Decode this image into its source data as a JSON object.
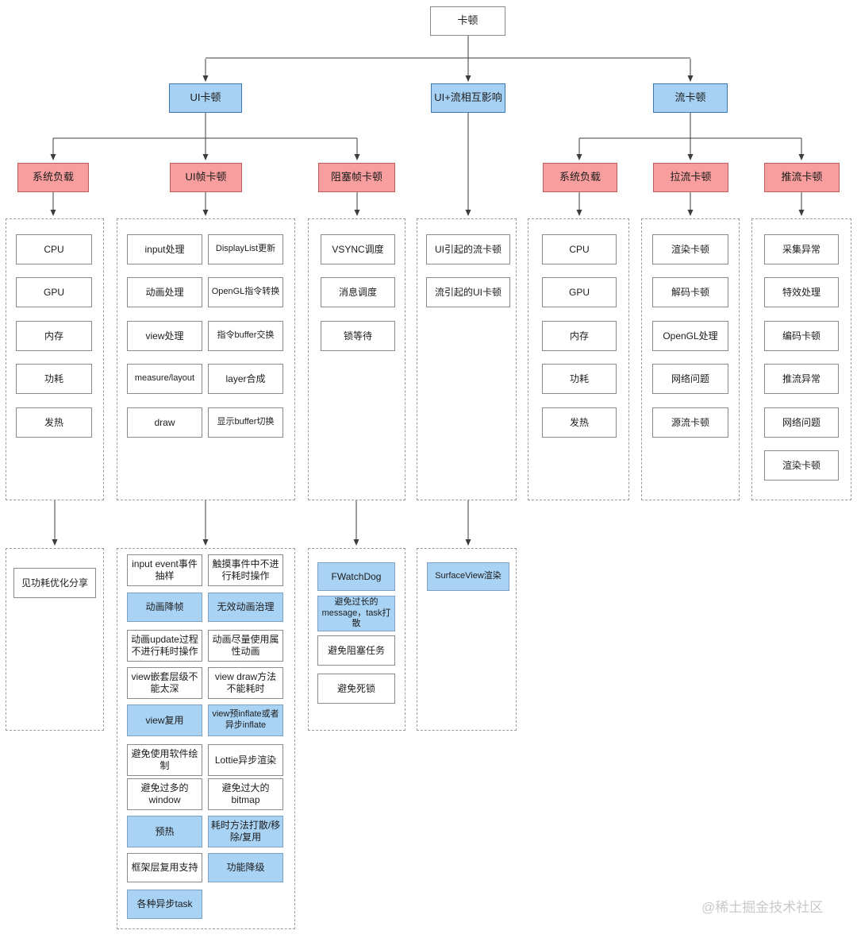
{
  "diagram": {
    "root": "卡顿",
    "l2": [
      "UI卡顿",
      "UI+流相互影响",
      "流卡顿"
    ],
    "l3": [
      "系统负载",
      "UI帧卡顿",
      "阻塞帧卡顿",
      "系统负载",
      "拉流卡顿",
      "推流卡顿"
    ],
    "c1": [
      "CPU",
      "GPU",
      "内存",
      "功耗",
      "发热"
    ],
    "c2l": [
      "input处理",
      "动画处理",
      "view处理",
      "measure/layout",
      "draw"
    ],
    "c2r": [
      "DisplayList更新",
      "OpenGL指令转换",
      "指令buffer交换",
      "layer合成",
      "显示buffer切换"
    ],
    "c3": [
      "VSYNC调度",
      "消息调度",
      "锁等待"
    ],
    "c4": [
      "UI引起的流卡顿",
      "流引起的UI卡顿"
    ],
    "c5": [
      "CPU",
      "GPU",
      "内存",
      "功耗",
      "发热"
    ],
    "c6": [
      "渲染卡顿",
      "解码卡顿",
      "OpenGL处理",
      "网络问题",
      "源流卡顿"
    ],
    "c7": [
      "采集异常",
      "特效处理",
      "编码卡顿",
      "推流异常",
      "网络问题",
      "渲染卡顿"
    ],
    "b1": [
      "见功耗优化分享"
    ],
    "b2l": [
      {
        "label": "input event事件抽样",
        "style": "white"
      },
      {
        "label": "动画降帧",
        "style": "blue"
      },
      {
        "label": "动画update过程不进行耗时操作",
        "style": "white"
      },
      {
        "label": "view嵌套层级不能太深",
        "style": "white"
      },
      {
        "label": "view复用",
        "style": "blue"
      },
      {
        "label": "避免使用软件绘制",
        "style": "white"
      },
      {
        "label": "避免过多的window",
        "style": "white"
      },
      {
        "label": "预热",
        "style": "blue"
      },
      {
        "label": "框架层复用支持",
        "style": "white"
      },
      {
        "label": "各种异步task",
        "style": "blue"
      }
    ],
    "b2r": [
      {
        "label": "触摸事件中不进行耗时操作",
        "style": "white"
      },
      {
        "label": "无效动画治理",
        "style": "blue"
      },
      {
        "label": "动画尽量使用属性动画",
        "style": "white"
      },
      {
        "label": "view draw方法不能耗时",
        "style": "white"
      },
      {
        "label": "view预inflate或者异步inflate",
        "style": "blue"
      },
      {
        "label": "Lottie异步渲染",
        "style": "white"
      },
      {
        "label": "避免过大的bitmap",
        "style": "white"
      },
      {
        "label": "耗时方法打散/移除/复用",
        "style": "blue"
      },
      {
        "label": "功能降级",
        "style": "blue"
      }
    ],
    "b3": [
      {
        "label": "FWatchDog",
        "style": "blue"
      },
      {
        "label": "避免过长的message，task打散",
        "style": "blue"
      },
      {
        "label": "避免阻塞任务",
        "style": "white"
      },
      {
        "label": "避免死锁",
        "style": "white"
      }
    ],
    "b4": [
      {
        "label": "SurfaceView渲染",
        "style": "blue"
      }
    ],
    "watermark": "@稀土掘金技术社区",
    "colors": {
      "node_blue_fill": "#a7d1f4",
      "node_blue_border": "#3c77b5",
      "node_red_fill": "#f89e9e",
      "node_red_border": "#c05c5c",
      "line": "#3c3c3c",
      "group_border": "#9b9b9b",
      "watermark_gray": "#c9c9c9"
    }
  }
}
